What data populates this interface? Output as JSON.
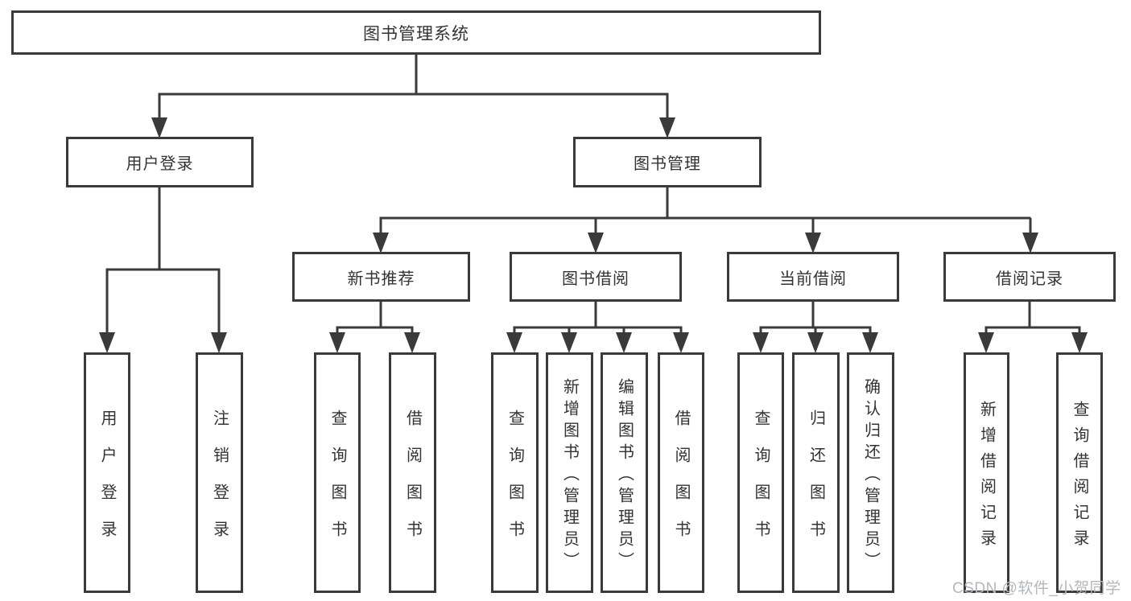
{
  "diagram": {
    "root": {
      "id": "library-management-system",
      "label": "图书管理系统"
    },
    "level2": [
      {
        "id": "user-login-branch",
        "label": "用户登录",
        "parent": "图书管理系统"
      },
      {
        "id": "book-management-branch",
        "label": "图书管理",
        "parent": "图书管理系统"
      }
    ],
    "level3": [
      {
        "id": "new-book-recommend",
        "label": "新书推荐",
        "parent": "图书管理"
      },
      {
        "id": "book-borrowing",
        "label": "图书借阅",
        "parent": "图书管理"
      },
      {
        "id": "current-borrowing",
        "label": "当前借阅",
        "parent": "图书管理"
      },
      {
        "id": "borrowing-records",
        "label": "借阅记录",
        "parent": "图书管理"
      }
    ],
    "leaves": [
      {
        "id": "user-login",
        "label": "用户登录",
        "parent": "用户登录"
      },
      {
        "id": "logout",
        "label": "注销登录",
        "parent": "用户登录"
      },
      {
        "id": "query-books-recommend",
        "label": "查询图书",
        "parent": "新书推荐"
      },
      {
        "id": "borrow-books-recommend",
        "label": "借阅图书",
        "parent": "新书推荐"
      },
      {
        "id": "query-books-borrowing",
        "label": "查询图书",
        "parent": "图书借阅"
      },
      {
        "id": "add-books-admin",
        "label": "新增图书（管理员）",
        "parent": "图书借阅"
      },
      {
        "id": "edit-books-admin",
        "label": "编辑图书（管理员）",
        "parent": "图书借阅"
      },
      {
        "id": "borrow-books",
        "label": "借阅图书",
        "parent": "图书借阅"
      },
      {
        "id": "query-books-current",
        "label": "查询图书",
        "parent": "当前借阅"
      },
      {
        "id": "return-books",
        "label": "归还图书",
        "parent": "当前借阅"
      },
      {
        "id": "confirm-return-admin",
        "label": "确认归还（管理员）",
        "parent": "当前借阅"
      },
      {
        "id": "add-borrow-record",
        "label": "新增借阅记录",
        "parent": "借阅记录"
      },
      {
        "id": "query-borrow-record",
        "label": "查询借阅记录",
        "parent": "借阅记录"
      }
    ]
  },
  "watermark": {
    "text": "CSDN @软件_小贺同学"
  },
  "colors": {
    "line": "#3a3a3a",
    "text": "#333333",
    "box_fill": "#ffffff",
    "background": "#ffffff",
    "watermark": "#b4b7bb"
  }
}
